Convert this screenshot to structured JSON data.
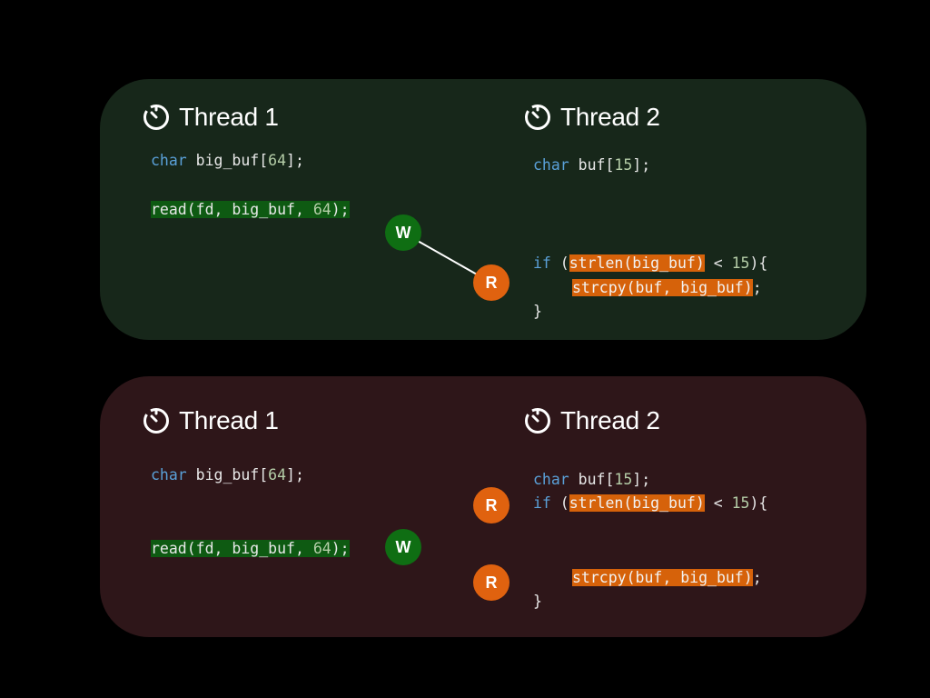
{
  "top_panel": {
    "background": "#17271a",
    "thread1": {
      "title": "Thread 1",
      "icon": "timer-icon",
      "decl": {
        "kw": "char",
        "rest": " big_buf[",
        "num": "64",
        "end": "];"
      },
      "read": {
        "a": "read(fd, big_buf, ",
        "num": "64",
        "b": ");"
      }
    },
    "thread2": {
      "title": "Thread 2",
      "icon": "timer-icon",
      "decl": {
        "kw": "char",
        "rest": " buf[",
        "num": "15",
        "end": "];"
      },
      "if_kw": "if",
      "if_paren": " (",
      "strlen": "strlen(big_buf)",
      "cond_rest": " < ",
      "cond_num": "15",
      "cond_end": "){",
      "strcpy": "strcpy(buf, big_buf)",
      "strcpy_end": ";",
      "close": "}"
    },
    "nodes": {
      "w": "W",
      "r": "R"
    }
  },
  "bottom_panel": {
    "background": "#2e1619",
    "thread1": {
      "title": "Thread 1",
      "icon": "timer-icon",
      "decl": {
        "kw": "char",
        "rest": " big_buf[",
        "num": "64",
        "end": "];"
      },
      "read": {
        "a": "read(fd, big_buf, ",
        "num": "64",
        "b": ");"
      }
    },
    "thread2": {
      "title": "Thread 2",
      "icon": "timer-icon",
      "decl": {
        "kw": "char",
        "rest": " buf[",
        "num": "15",
        "end": "];"
      },
      "if_kw": "if",
      "if_paren": " (",
      "strlen": "strlen(big_buf)",
      "cond_rest": " < ",
      "cond_num": "15",
      "cond_end": "){",
      "strcpy": "strcpy(buf, big_buf)",
      "strcpy_end": ";",
      "close": "}"
    },
    "nodes": {
      "w": "W",
      "r1": "R",
      "r2": "R"
    }
  },
  "colors": {
    "page_background": "#000000",
    "keyword": "#5aa0d8",
    "number": "#b5cea8",
    "highlight_write": "#0e5a12",
    "highlight_read": "#d6620a",
    "node_write": "#0f6e13",
    "node_read": "#e0620f"
  }
}
